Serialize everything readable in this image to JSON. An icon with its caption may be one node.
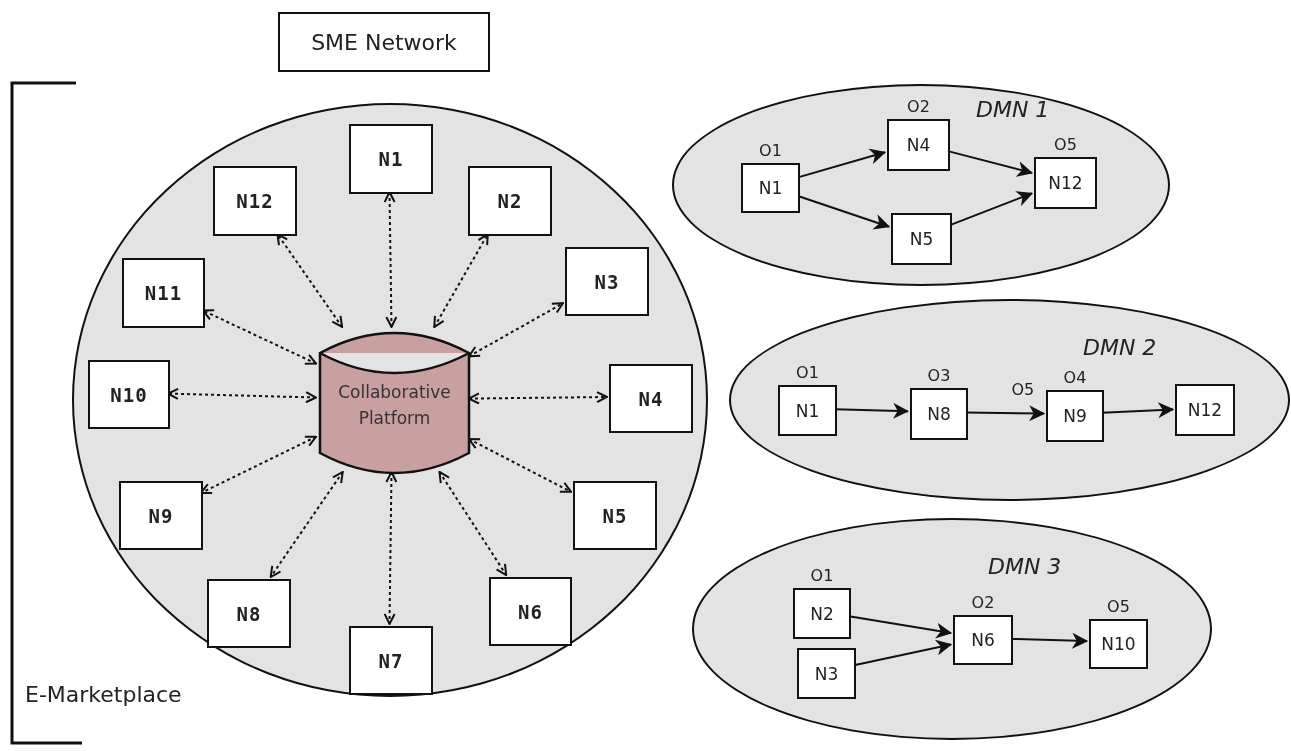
{
  "diagram": {
    "nodes": [
      {
        "text": [
          "SME Network"
        ]
      },
      {
        "text": [],
        "shape": "circle"
      },
      {
        "text": [
          "N1"
        ],
        "in": 1
      },
      {
        "text": [
          "N2"
        ],
        "in": 1
      },
      {
        "text": [
          "N3"
        ],
        "in": 1
      },
      {
        "text": [
          "N4"
        ],
        "in": 1
      },
      {
        "text": [
          "N5"
        ],
        "in": 1
      },
      {
        "text": [
          "N6"
        ],
        "in": 1
      },
      {
        "text": [
          "N7"
        ],
        "in": 1
      },
      {
        "text": [
          "N8"
        ],
        "in": 1
      },
      {
        "text": [
          "N9"
        ],
        "in": 1
      },
      {
        "text": [
          "N10"
        ],
        "in": 1
      },
      {
        "text": [
          "N11"
        ],
        "in": 1
      },
      {
        "text": [
          "N12"
        ],
        "in": 1
      },
      {
        "text": [
          "Collaborative Platform"
        ],
        "in": 1
      },
      {
        "text": [
          "DMN 1"
        ]
      },
      {
        "text": [
          "N1"
        ],
        "in": 15,
        "beside": [
          "O1"
        ]
      },
      {
        "text": [
          "N4"
        ],
        "in": 15,
        "beside": [
          "O2"
        ]
      },
      {
        "text": [
          "N5"
        ],
        "in": 15
      },
      {
        "text": [
          "N12"
        ],
        "in": 15,
        "beside": [
          "O5"
        ]
      },
      {
        "text": [
          "DMN 2"
        ]
      },
      {
        "text": [
          "N1"
        ],
        "in": 20,
        "beside": [
          "O1"
        ]
      },
      {
        "text": [
          "N8"
        ],
        "in": 20,
        "beside": [
          "O3"
        ]
      },
      {
        "text": [
          "N9"
        ],
        "in": 20,
        "beside": [
          "O4"
        ]
      },
      {
        "text": [
          "N12"
        ],
        "in": 20
      },
      {
        "text": [
          "DMN 3"
        ]
      },
      {
        "text": [
          "N2"
        ],
        "in": 25,
        "beside": [
          "O1"
        ]
      },
      {
        "text": [
          "N3"
        ],
        "in": 25
      },
      {
        "text": [
          "N6"
        ],
        "in": 25,
        "beside": [
          "O2"
        ]
      },
      {
        "text": [
          "N10"
        ],
        "in": 25,
        "beside": [
          "O5"
        ]
      }
    ],
    "edges": [
      {
        "from": 14,
        "to": 2,
        "arrow": "both",
        "style": "dashed"
      },
      {
        "from": 14,
        "to": 3,
        "arrow": "both",
        "style": "dashed"
      },
      {
        "from": 14,
        "to": 4,
        "arrow": "both",
        "style": "dashed"
      },
      {
        "from": 14,
        "to": 5,
        "arrow": "both",
        "style": "dashed"
      },
      {
        "from": 14,
        "to": 6,
        "arrow": "both",
        "style": "dashed"
      },
      {
        "from": 14,
        "to": 7,
        "arrow": "both",
        "style": "dashed"
      },
      {
        "from": 14,
        "to": 8,
        "arrow": "both",
        "style": "dashed"
      },
      {
        "from": 14,
        "to": 9,
        "arrow": "both",
        "style": "dashed"
      },
      {
        "from": 14,
        "to": 10,
        "arrow": "both",
        "style": "dashed"
      },
      {
        "from": 14,
        "to": 11,
        "arrow": "both",
        "style": "dashed"
      },
      {
        "from": 14,
        "to": 12,
        "arrow": "both",
        "style": "dashed"
      },
      {
        "from": 14,
        "to": 13,
        "arrow": "both",
        "style": "dashed"
      },
      {
        "from": 16,
        "to": 17,
        "arrow": "to"
      },
      {
        "from": 16,
        "to": 18,
        "arrow": "to"
      },
      {
        "from": 17,
        "to": 19,
        "arrow": "to"
      },
      {
        "from": 18,
        "to": 19,
        "arrow": "to"
      },
      {
        "from": 21,
        "to": 22,
        "arrow": "to"
      },
      {
        "from": 22,
        "to": 23,
        "arrow": "to",
        "label": "O5"
      },
      {
        "from": 23,
        "to": 24,
        "arrow": "to"
      },
      {
        "from": 26,
        "to": 28,
        "arrow": "to"
      },
      {
        "from": 27,
        "to": 28,
        "arrow": "to"
      },
      {
        "from": 28,
        "to": 29,
        "arrow": "to"
      }
    ],
    "labels": [
      "E-Marketplace"
    ]
  }
}
